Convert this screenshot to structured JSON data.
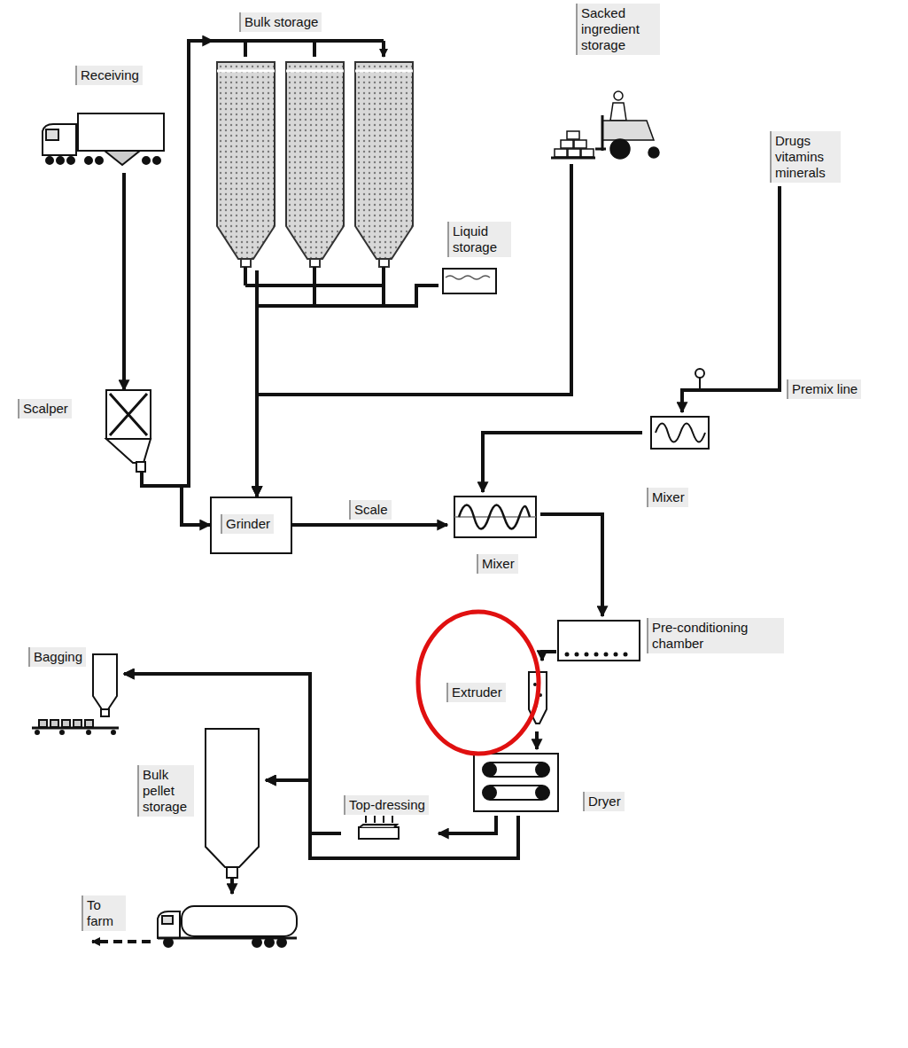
{
  "diagram": {
    "nodes": [
      {
        "text": [
          "Receiving"
        ]
      },
      {
        "text": [
          "Bulk storage"
        ]
      },
      {
        "text": [
          "Sacked ingredient storage"
        ]
      },
      {
        "text": [
          "Drugs vitamins minerals"
        ]
      },
      {
        "text": [
          "Liquid storage"
        ]
      },
      {
        "text": [
          "Scalper"
        ]
      },
      {
        "text": [
          "Mixer"
        ]
      },
      {
        "text": [
          "Grinder"
        ]
      },
      {
        "text": [
          "Mixer"
        ]
      },
      {
        "text": [
          "Pre-conditioning chamber"
        ]
      },
      {
        "text": [
          "Bagging"
        ]
      },
      {
        "text": [
          "Extruder"
        ]
      },
      {
        "text": [
          "Bulk pellet storage"
        ]
      },
      {
        "text": [
          "Top-dressing"
        ]
      },
      {
        "text": [
          "Dryer"
        ]
      },
      {
        "text": [
          "To farm"
        ]
      }
    ],
    "edges": [
      {
        "from": 0,
        "to": 5,
        "arrow": "to"
      },
      {
        "from": 5,
        "to": 1,
        "arrow": "to"
      },
      {
        "from": 5,
        "to": 7,
        "arrow": "to"
      },
      {
        "from": 1,
        "to": 7,
        "arrow": "to"
      },
      {
        "from": 4,
        "to": 7,
        "arrow": "to"
      },
      {
        "from": 2,
        "to": 7,
        "arrow": "to"
      },
      {
        "from": 3,
        "to": 6,
        "arrow": "to"
      },
      {
        "from": 6,
        "to": 8,
        "arrow": "to"
      },
      {
        "from": 7,
        "to": 8,
        "label": "Scale",
        "arrow": "to"
      },
      {
        "from": 8,
        "to": 9,
        "arrow": "to"
      },
      {
        "from": 9,
        "to": 11,
        "arrow": "to"
      },
      {
        "from": 11,
        "to": 14,
        "arrow": "to"
      },
      {
        "from": 14,
        "to": 13,
        "arrow": "to"
      },
      {
        "from": 13,
        "to": 10,
        "arrow": "to"
      },
      {
        "from": 13,
        "to": 12,
        "arrow": "to"
      },
      {
        "from": 14,
        "to": 10,
        "arrow": "to"
      },
      {
        "from": 14,
        "to": 12,
        "arrow": "to"
      },
      {
        "from": 12,
        "to": 15,
        "arrow": "to"
      }
    ],
    "labels": [
      "Premix line"
    ]
  }
}
